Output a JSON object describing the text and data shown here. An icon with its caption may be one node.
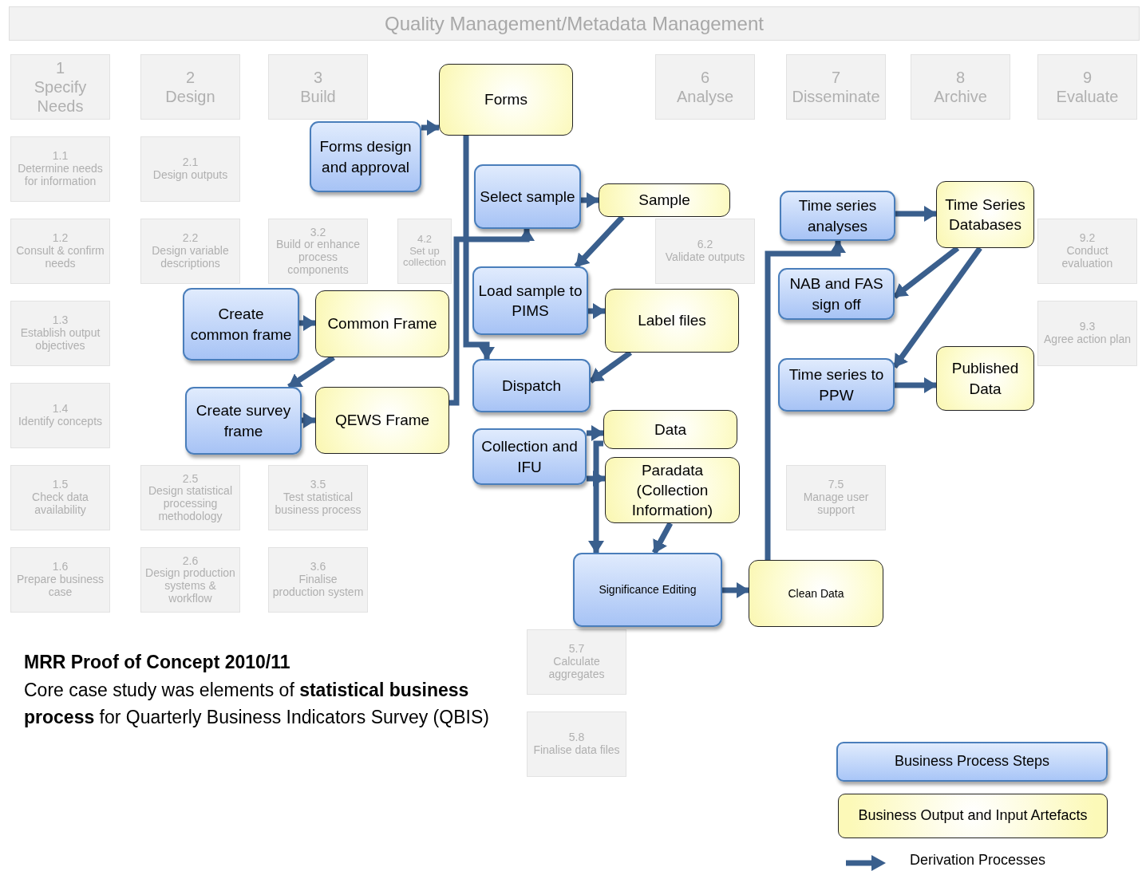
{
  "diagram": {
    "nodes": [
      {
        "text": [
          "Quality Management/Metadata Management"
        ]
      },
      {
        "text": [
          "1",
          "Specify Needs"
        ]
      },
      {
        "text": [
          "2",
          "Design"
        ]
      },
      {
        "text": [
          "3",
          "Build"
        ]
      },
      {
        "text": [
          "6",
          "Analyse"
        ]
      },
      {
        "text": [
          "7",
          "Disseminate"
        ]
      },
      {
        "text": [
          "8",
          "Archive"
        ]
      },
      {
        "text": [
          "9",
          "Evaluate"
        ]
      },
      {
        "text": [
          "1.1",
          "Determine needs for information"
        ]
      },
      {
        "text": [
          "2.1",
          "Design outputs"
        ]
      },
      {
        "text": [
          "1.2",
          "Consult & confirm needs"
        ]
      },
      {
        "text": [
          "2.2",
          "Design variable descriptions"
        ]
      },
      {
        "text": [
          "3.2",
          "Build or enhance process components"
        ]
      },
      {
        "text": [
          "4.2",
          "Set up collection"
        ]
      },
      {
        "text": [
          "6.2",
          "Validate outputs"
        ]
      },
      {
        "text": [
          "9.2",
          "Conduct evaluation"
        ]
      },
      {
        "text": [
          "1.3",
          "Establish output objectives"
        ]
      },
      {
        "text": [
          "9.3",
          "Agree action plan"
        ]
      },
      {
        "text": [
          "1.4",
          "Identify concepts"
        ]
      },
      {
        "text": [
          "1.5",
          "Check data availability"
        ]
      },
      {
        "text": [
          "2.5",
          "Design statistical processing methodology"
        ]
      },
      {
        "text": [
          "3.5",
          "Test statistical business process"
        ]
      },
      {
        "text": [
          "7.5",
          "Manage user support"
        ]
      },
      {
        "text": [
          "1.6",
          "Prepare business case"
        ]
      },
      {
        "text": [
          "2.6",
          "Design production systems & workflow"
        ]
      },
      {
        "text": [
          "3.6",
          "Finalise production system"
        ]
      },
      {
        "text": [
          "5.7",
          "Calculate aggregates"
        ]
      },
      {
        "text": [
          "5.8",
          "Finalise data files"
        ]
      },
      {
        "text": [
          "Forms design and approval"
        ]
      },
      {
        "text": [
          "Forms"
        ]
      },
      {
        "text": [
          "Select sample"
        ]
      },
      {
        "text": [
          "Sample"
        ]
      },
      {
        "text": [
          "Time series analyses"
        ]
      },
      {
        "text": [
          "Time Series Databases"
        ]
      },
      {
        "text": [
          "Load sample to PIMS"
        ]
      },
      {
        "text": [
          "Label files"
        ]
      },
      {
        "text": [
          "NAB and FAS sign off"
        ]
      },
      {
        "text": [
          "Create common frame"
        ]
      },
      {
        "text": [
          "Common Frame"
        ]
      },
      {
        "text": [
          "Time series to PPW"
        ]
      },
      {
        "text": [
          "Published Data"
        ]
      },
      {
        "text": [
          "Dispatch"
        ]
      },
      {
        "text": [
          "Create survey frame"
        ]
      },
      {
        "text": [
          "QEWS Frame"
        ]
      },
      {
        "text": [
          "Data"
        ]
      },
      {
        "text": [
          "Collection and IFU"
        ]
      },
      {
        "text": [
          "Paradata (Collection Information)"
        ]
      },
      {
        "text": [
          "Significance Editing"
        ]
      },
      {
        "text": [
          "Clean Data"
        ]
      }
    ],
    "edges": [
      {
        "from": 28,
        "to": 29,
        "arrow": "to"
      },
      {
        "from": 29,
        "to": 41,
        "arrow": "to"
      },
      {
        "from": 30,
        "to": 31,
        "arrow": "to"
      },
      {
        "from": 31,
        "to": 34,
        "arrow": "to"
      },
      {
        "from": 43,
        "to": 30,
        "arrow": "to"
      },
      {
        "from": 34,
        "to": 35,
        "arrow": "to"
      },
      {
        "from": 35,
        "to": 41,
        "arrow": "to"
      },
      {
        "from": 37,
        "to": 38,
        "arrow": "to"
      },
      {
        "from": 38,
        "to": 42,
        "arrow": "to"
      },
      {
        "from": 42,
        "to": 43,
        "arrow": "to"
      },
      {
        "from": 45,
        "to": 44,
        "arrow": "to"
      },
      {
        "from": 45,
        "to": 46,
        "arrow": "to"
      },
      {
        "from": 44,
        "to": 47,
        "arrow": "to"
      },
      {
        "from": 46,
        "to": 47,
        "arrow": "to"
      },
      {
        "from": 47,
        "to": 48,
        "arrow": "to"
      },
      {
        "from": 48,
        "to": 32,
        "arrow": "to"
      },
      {
        "from": 32,
        "to": 33,
        "arrow": "to"
      },
      {
        "from": 33,
        "to": 36,
        "arrow": "to"
      },
      {
        "from": 33,
        "to": 39,
        "arrow": "to"
      },
      {
        "from": 39,
        "to": 40,
        "arrow": "to"
      }
    ],
    "labels": [
      "MRR Proof of Concept 2010/11",
      "Core case study was elements of **statistical business process** for Quarterly Business Indicators Survey (QBIS)"
    ],
    "legend": [
      {
        "text": "Business Process Steps",
        "color": "#a9c6f7"
      },
      {
        "text": "Business Output and  Input Artefacts",
        "color": "#fcf9b8"
      },
      {
        "text": "Derivation Processes"
      }
    ]
  }
}
